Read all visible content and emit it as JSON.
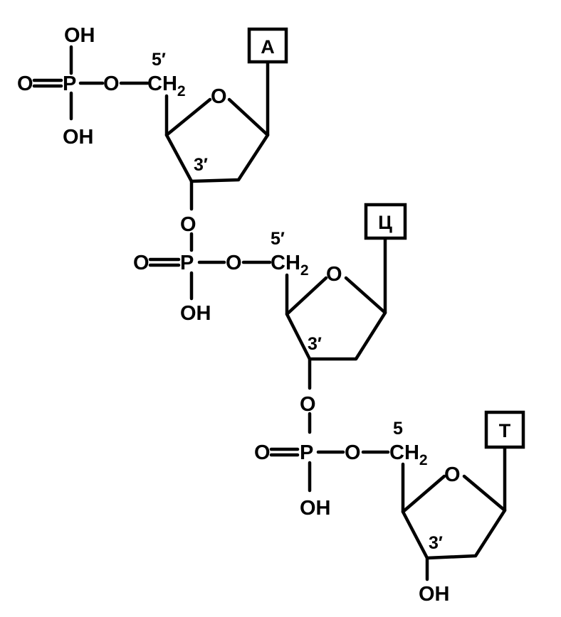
{
  "nucleotides": [
    {
      "base": "А",
      "five_prime": "5′",
      "three_prime": "3′",
      "ring_oxygen": "O",
      "ch2": "CH",
      "ch2_sub": "2",
      "phosphate": {
        "double_o": "O",
        "p": "P",
        "oh_top": "OH",
        "oh_bottom": "OH",
        "ester_o": "O"
      }
    },
    {
      "base": "Ц",
      "five_prime": "5′",
      "three_prime": "3′",
      "ring_oxygen": "O",
      "ch2": "CH",
      "ch2_sub": "2",
      "phosphate": {
        "bridge_o": "O",
        "double_o": "O",
        "p": "P",
        "oh_bottom": "OH",
        "ester_o": "O"
      }
    },
    {
      "base": "Т",
      "five_prime": "5",
      "three_prime": "3′",
      "ring_oxygen": "O",
      "ch2": "CH",
      "ch2_sub": "2",
      "terminal_oh": "OH",
      "phosphate": {
        "bridge_o": "O",
        "double_o": "O",
        "p": "P",
        "oh_bottom": "OH",
        "ester_o": "O"
      }
    }
  ]
}
